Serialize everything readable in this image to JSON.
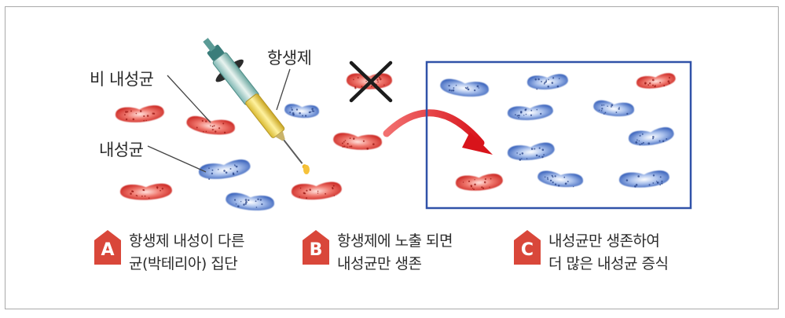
{
  "labels": {
    "non_resistant": "비 내성균",
    "resistant": "내성균",
    "antibiotic": "항생제"
  },
  "steps": [
    {
      "letter": "A",
      "line1": "항생제 내성이 다른",
      "line2": "균(박테리아) 집단"
    },
    {
      "letter": "B",
      "line1": "항생제에 노출 되면",
      "line2": "내성균만 생존"
    },
    {
      "letter": "C",
      "line1": "내성균만 생존하여",
      "line2": "더 많은 내성균 증식"
    }
  ],
  "colors": {
    "red_bacteria": "#d8322c",
    "blue_bacteria": "#3f6bc4",
    "box_border": "#3052a8",
    "arrow": "#e03030",
    "badge": "#d9473a"
  }
}
